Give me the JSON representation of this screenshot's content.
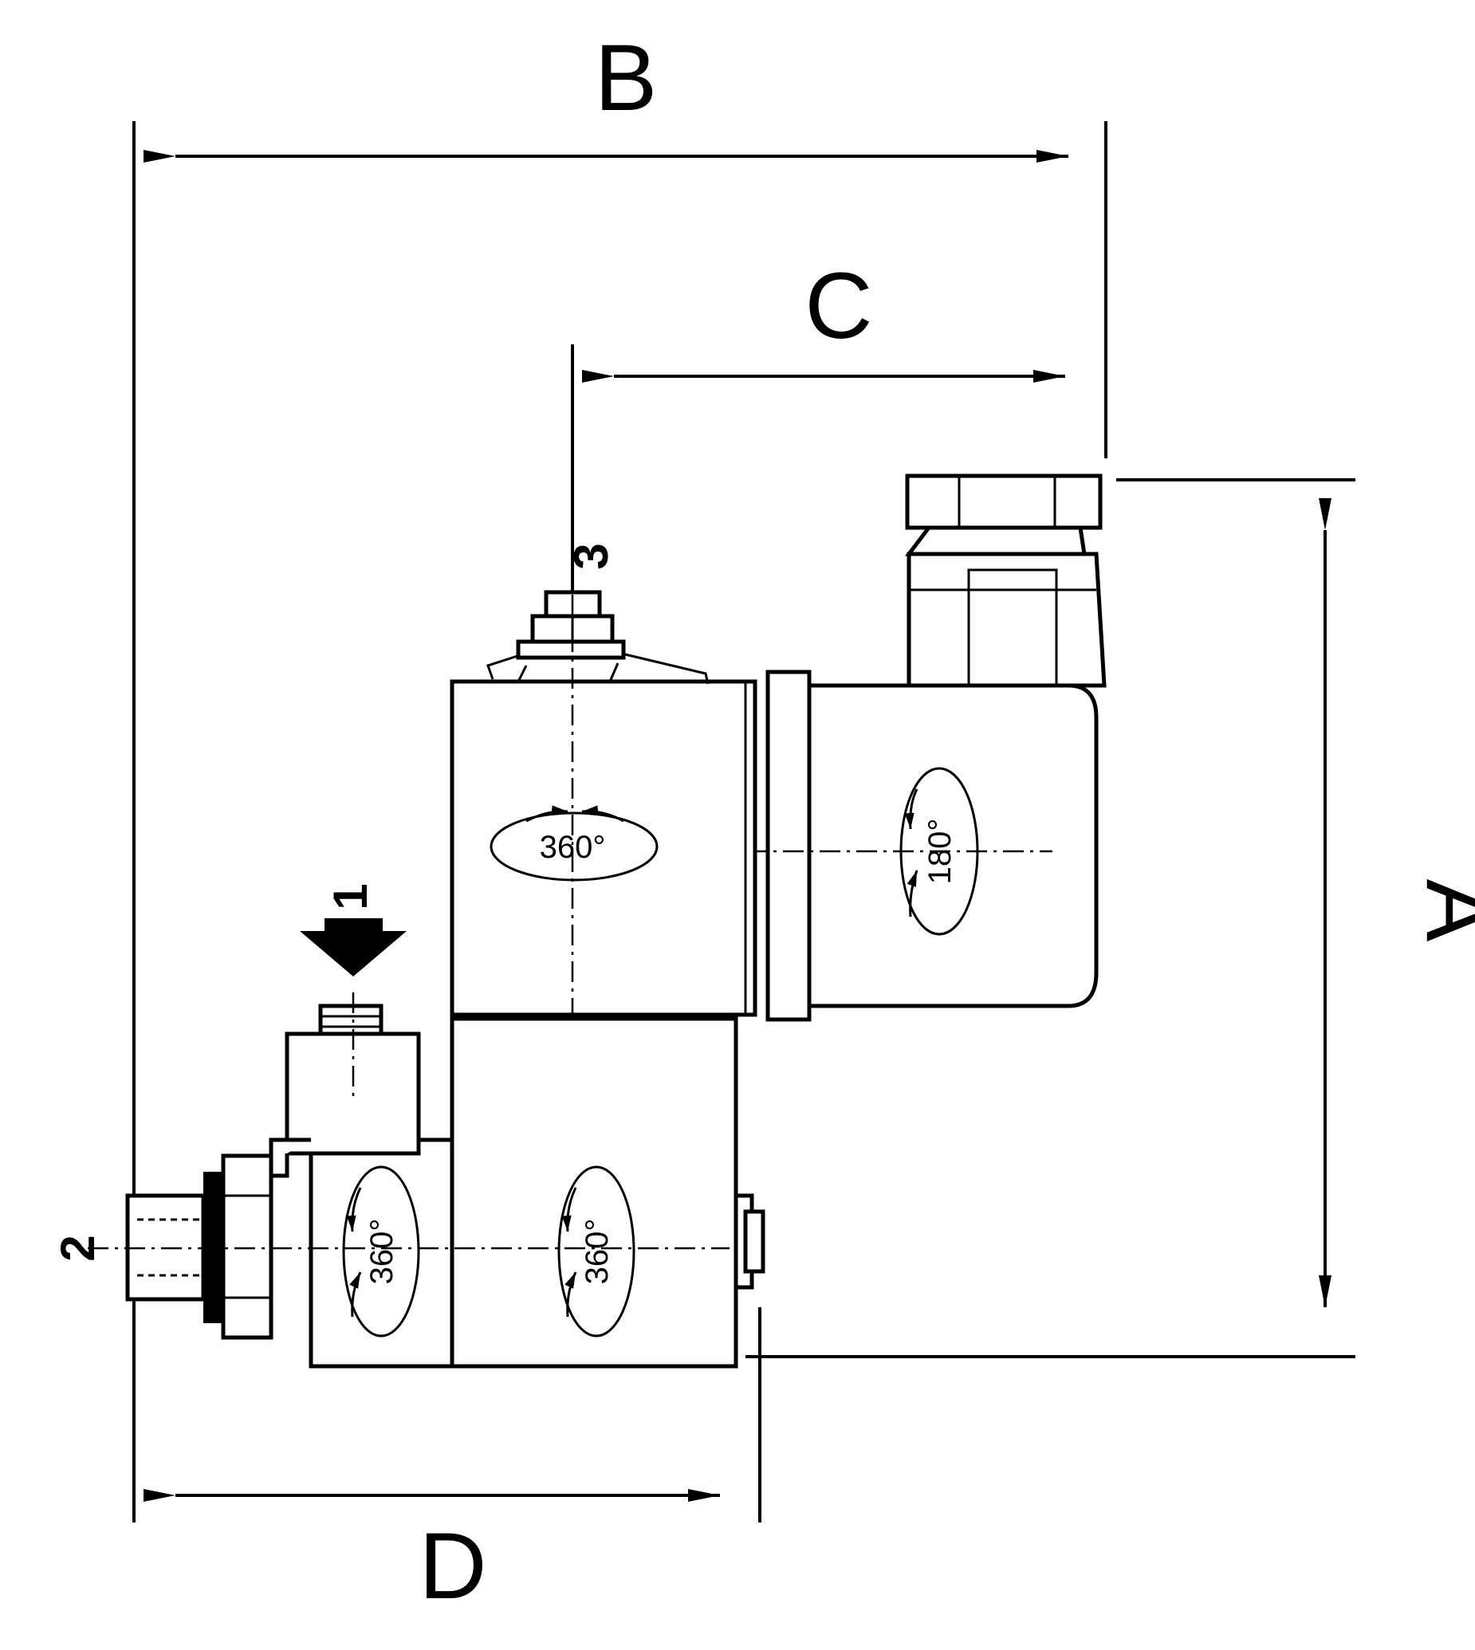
{
  "dimensions": {
    "A": "A",
    "B": "B",
    "C": "C",
    "D": "D"
  },
  "ports": {
    "p1": "1",
    "p2": "2",
    "p3": "3"
  },
  "rotations": {
    "coil_top": "360°",
    "coil_side": "180°",
    "body_left": "360°",
    "body_right": "360°"
  }
}
